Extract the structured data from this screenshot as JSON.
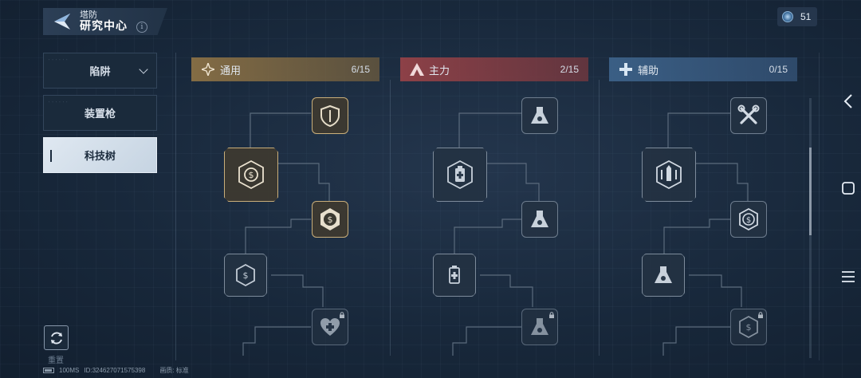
{
  "header": {
    "subtitle": "塔防",
    "title": "研究中心",
    "info": "i"
  },
  "currency": {
    "value": "51",
    "icon": "coin-icon"
  },
  "sidebar": {
    "tabs": [
      {
        "label": "陷阱",
        "active": false,
        "has_dropdown": true
      },
      {
        "label": "装置枪",
        "active": false
      },
      {
        "label": "科技树",
        "active": true
      }
    ],
    "reset_label": "重置"
  },
  "footer": {
    "ping": "100MS",
    "id": "ID:324627071575398",
    "quality": "画质: 标准"
  },
  "categories": [
    {
      "name": "通用",
      "progress": "6/15",
      "color": "#96784a",
      "icon": "star-icon"
    },
    {
      "name": "主力",
      "progress": "2/15",
      "color": "#a04448",
      "icon": "rank-chevron-icon"
    },
    {
      "name": "辅助",
      "progress": "0/15",
      "color": "#3e648c",
      "icon": "cross-icon"
    }
  ],
  "colors": {
    "gold": "#c9ae7a",
    "node_border": "#6e7d8e",
    "accent_text": "#e6edf5"
  }
}
